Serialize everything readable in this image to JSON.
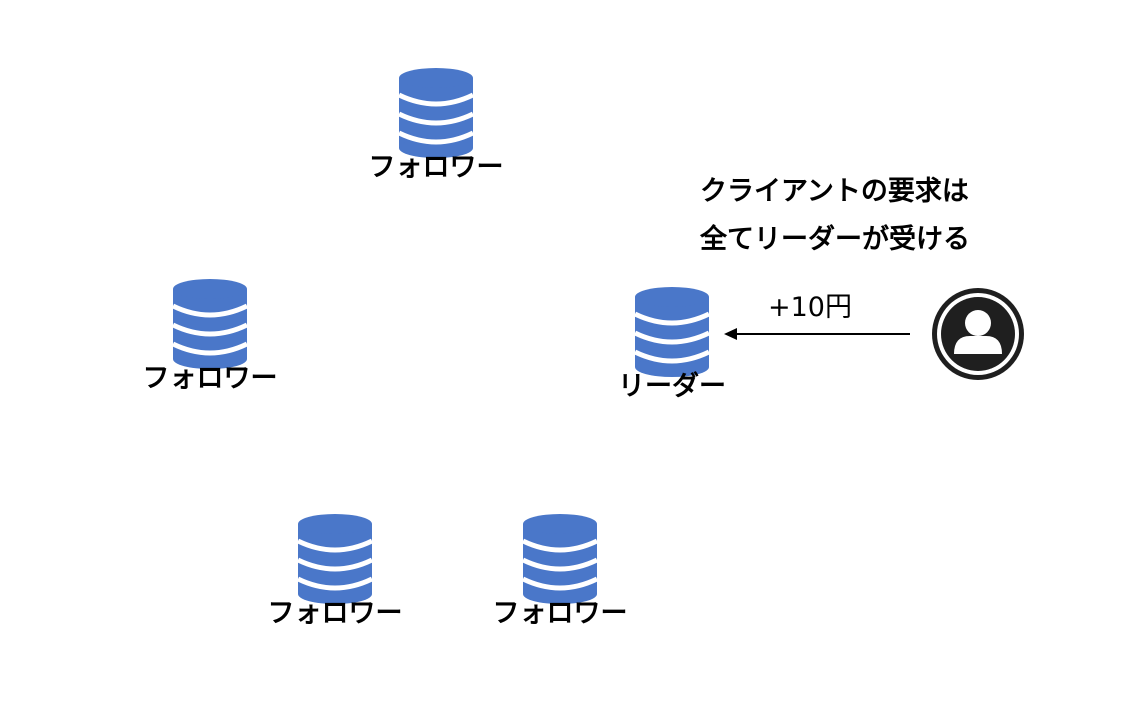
{
  "diagram": {
    "colors": {
      "database": "#4a77c9",
      "database_band": "#ffffff",
      "text": "#000000",
      "client": "#1f1f1f"
    },
    "nodes": [
      {
        "id": "follower-top",
        "role": "follower",
        "label": "フォロワー",
        "icon": "database-icon"
      },
      {
        "id": "follower-left",
        "role": "follower",
        "label": "フォロワー",
        "icon": "database-icon"
      },
      {
        "id": "leader",
        "role": "leader",
        "label": "リーダー",
        "icon": "database-icon"
      },
      {
        "id": "follower-bottom-left",
        "role": "follower",
        "label": "フォロワー",
        "icon": "database-icon"
      },
      {
        "id": "follower-bottom-right",
        "role": "follower",
        "label": "フォロワー",
        "icon": "database-icon"
      }
    ],
    "note": {
      "lines": [
        "クライアントの要求は",
        "全てリーダーが受ける"
      ]
    },
    "request": {
      "label": "+10円",
      "from": "client",
      "to": "leader"
    },
    "client": {
      "icon": "user-icon"
    }
  }
}
